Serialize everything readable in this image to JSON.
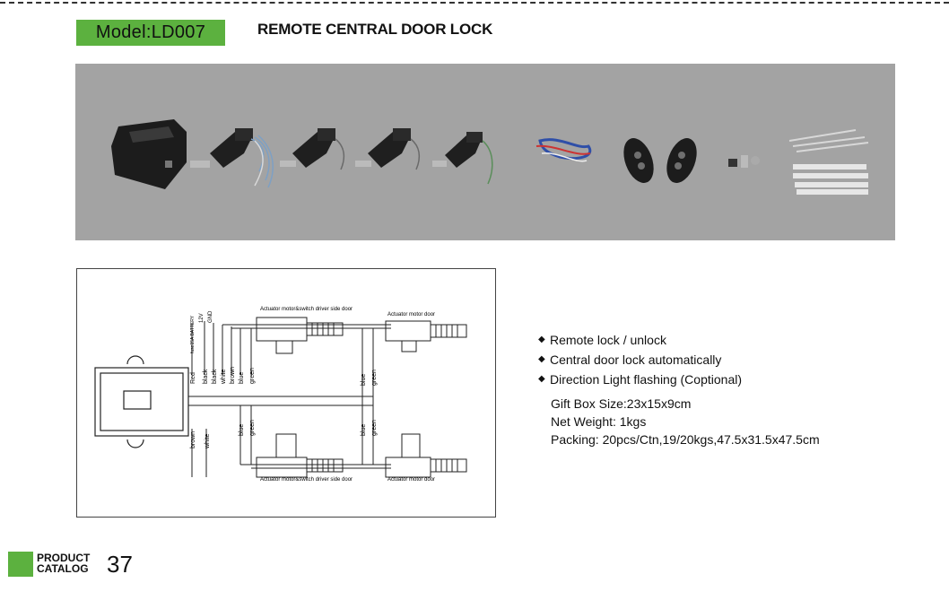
{
  "header": {
    "model_label": "Model:LD007",
    "title": "REMOTE CENTRAL DOOR LOCK"
  },
  "product_photo": {
    "items": [
      "control-module",
      "actuator-master",
      "actuator",
      "actuator",
      "actuator",
      "wiring-harness",
      "remote-fob",
      "remote-fob",
      "mounting-hardware",
      "rods-and-clips"
    ]
  },
  "diagram": {
    "top_left_label": "Actuator motor&switch driver side door",
    "top_right_label": "Actuator motor door",
    "bottom_left_label": "Actuator motor&switch driver side door",
    "bottom_right_label": "Actuator motor door",
    "power_labels": [
      "fuse15A BATTERY",
      "12V",
      "GND"
    ],
    "wire_labels_top": [
      "Red",
      "black",
      "black",
      "white",
      "brown",
      "blue",
      "green"
    ],
    "wire_labels_right": [
      "blue",
      "green"
    ],
    "wire_labels_bottom_left": [
      "brown",
      "white"
    ],
    "wire_labels_mid": [
      "blue",
      "green"
    ],
    "wire_labels_mid_right": [
      "blue",
      "green"
    ]
  },
  "features": [
    "Remote lock / unlock",
    "Central door lock automatically",
    "Direction Light flashing (Coptional)"
  ],
  "specs": [
    "Gift Box Size:23x15x9cm",
    "Net Weight: 1kgs",
    "Packing: 20pcs/Ctn,19/20kgs,47.5x31.5x47.5cm"
  ],
  "footer": {
    "catalog_line1": "PRODUCT",
    "catalog_line2": "CATALOG",
    "page_number": "37"
  },
  "colors": {
    "accent_green": "#5cb13f",
    "photo_background": "#a3a3a3"
  }
}
